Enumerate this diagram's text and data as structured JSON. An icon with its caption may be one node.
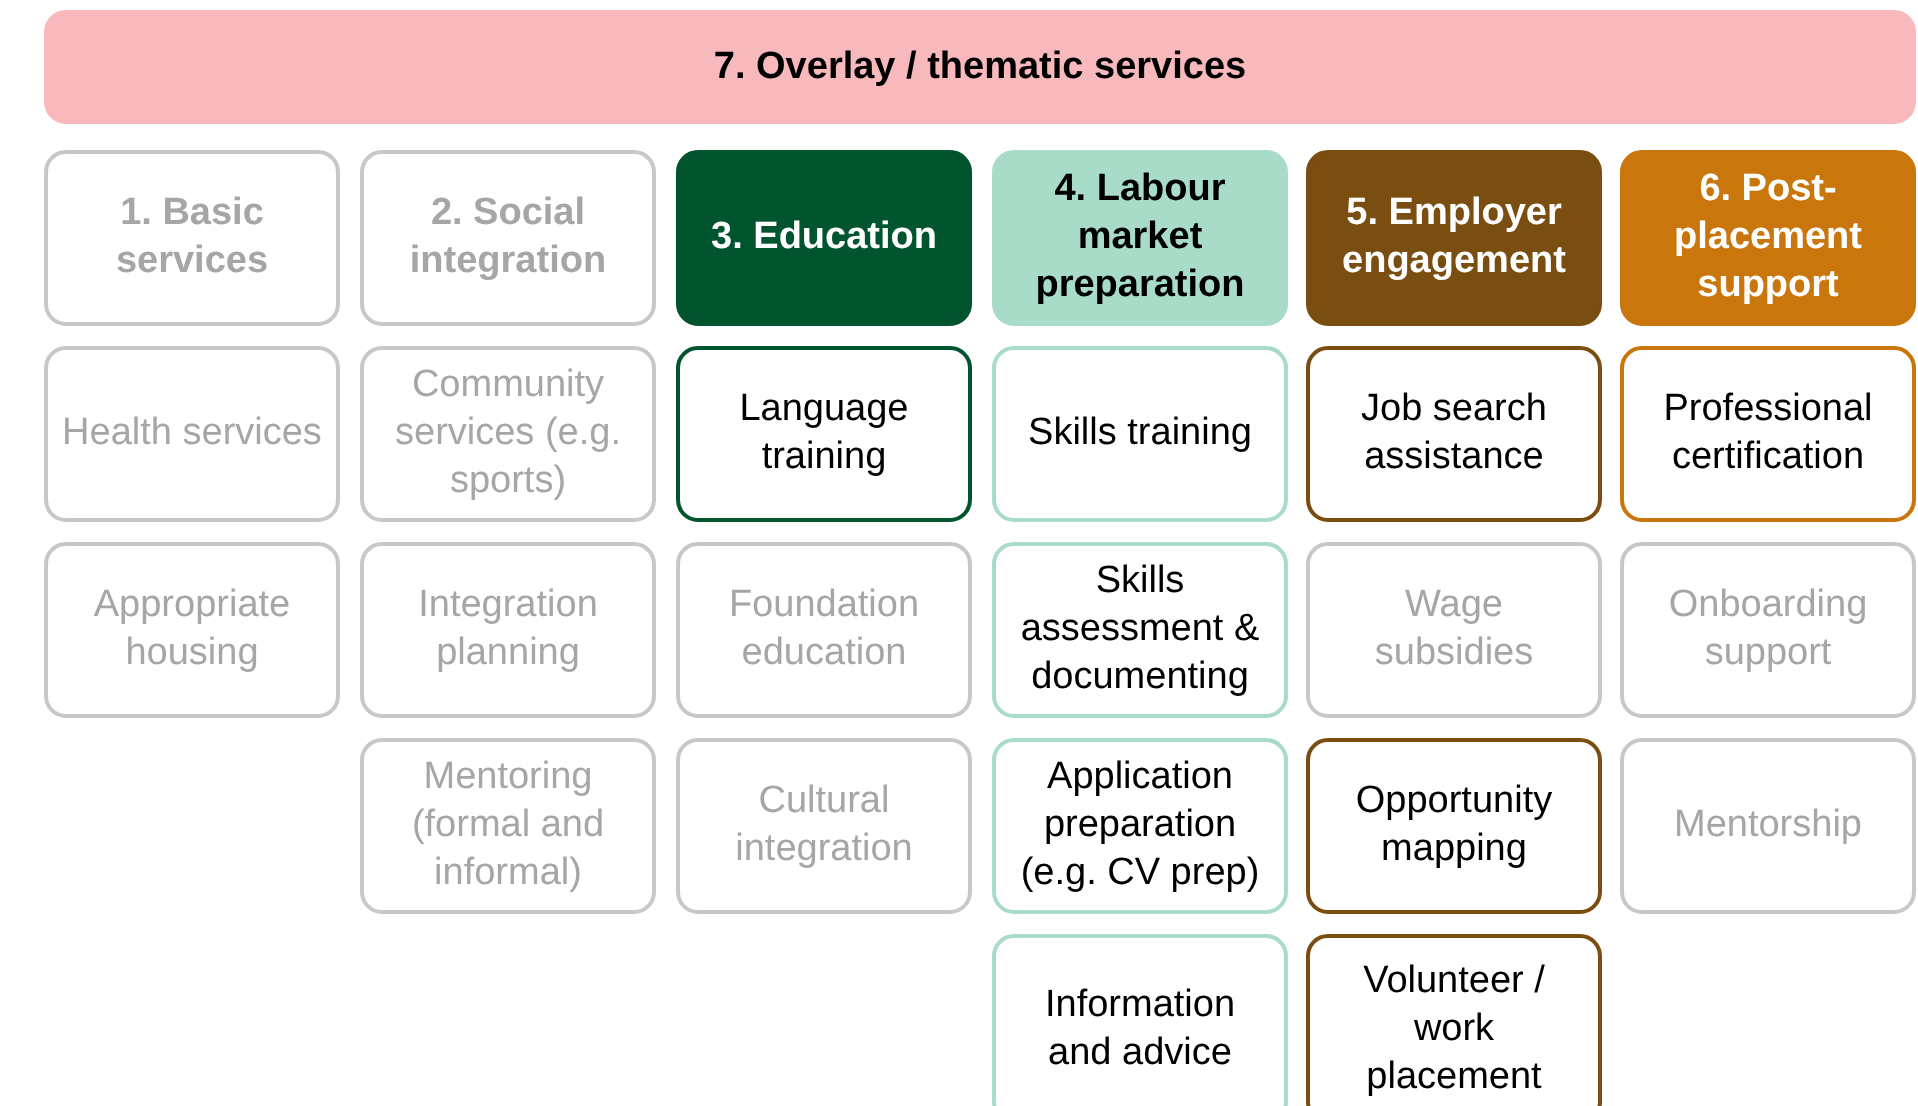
{
  "diagram": {
    "nodes": [
      {
        "text": [
          "7. Overlay / thematic services"
        ]
      },
      {
        "text": [
          "1. Basic services"
        ]
      },
      {
        "text": [
          "2. Social integration"
        ]
      },
      {
        "text": [
          "3. Education"
        ]
      },
      {
        "text": [
          "4. Labour market preparation"
        ]
      },
      {
        "text": [
          "5. Employer engagement"
        ]
      },
      {
        "text": [
          "6. Post-placement support"
        ]
      },
      {
        "text": [
          "Health services"
        ]
      },
      {
        "text": [
          "Community services (e.g. sports)"
        ]
      },
      {
        "text": [
          "Language training"
        ]
      },
      {
        "text": [
          "Skills training"
        ]
      },
      {
        "text": [
          "Job search assistance"
        ]
      },
      {
        "text": [
          "Professional certification"
        ]
      },
      {
        "text": [
          "Appropriate housing"
        ]
      },
      {
        "text": [
          "Integration planning"
        ]
      },
      {
        "text": [
          "Foundation education"
        ]
      },
      {
        "text": [
          "Skills assessment & documenting"
        ]
      },
      {
        "text": [
          "Wage subsidies"
        ]
      },
      {
        "text": [
          "Onboarding support"
        ]
      },
      {
        "text": [
          "Mentoring (formal and informal)"
        ]
      },
      {
        "text": [
          "Cultural integration"
        ]
      },
      {
        "text": [
          "Application preparation (e.g. CV prep)"
        ]
      },
      {
        "text": [
          "Opportunity mapping"
        ]
      },
      {
        "text": [
          "Mentorship"
        ]
      },
      {
        "text": [
          "Information and advice"
        ]
      },
      {
        "text": [
          "Volunteer / work placement"
        ]
      }
    ]
  }
}
